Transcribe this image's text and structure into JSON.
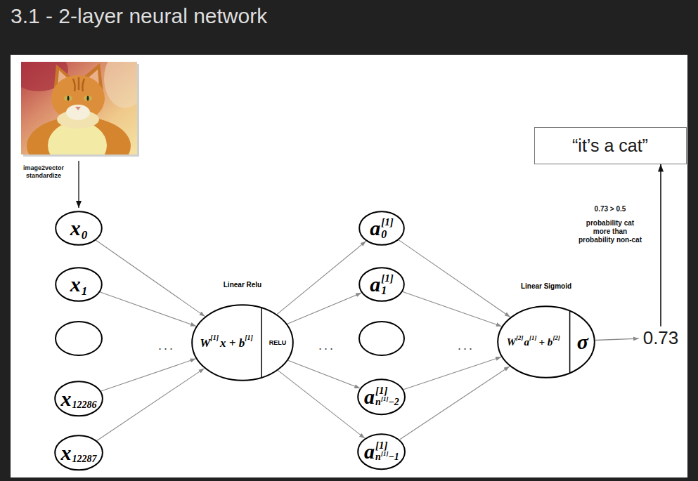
{
  "diagram": {
    "title": "3.1 - 2-layer neural network",
    "nodes": [
      {
        "text": [
          "x",
          "0"
        ]
      },
      {
        "text": [
          "x",
          "1"
        ]
      },
      {
        "text": [
          "x",
          "12286"
        ]
      },
      {
        "text": [
          "x",
          "12287"
        ]
      },
      {
        "text": [
          "Linear Relu",
          "W",
          "[1]",
          "x + b",
          "[1]",
          "RELU"
        ]
      },
      {
        "text": [
          "a",
          "[1]",
          "0"
        ]
      },
      {
        "text": [
          "a",
          "[1]",
          "1"
        ]
      },
      {
        "text": [
          "a",
          "[1]",
          "n",
          "[1]",
          "−2"
        ]
      },
      {
        "text": [
          "a",
          "[1]",
          "n",
          "[1]",
          "−1"
        ]
      },
      {
        "text": [
          "Linear Sigmoid",
          "W",
          "[2]",
          "a",
          "[1]",
          "+ b",
          "[2]",
          "σ"
        ]
      },
      {
        "text": [
          "0.73"
        ]
      },
      {
        "text": [
          "“it’s a cat”"
        ]
      }
    ],
    "edges": [
      {
        "from": 0,
        "to": 4,
        "arrow": "to"
      },
      {
        "from": 1,
        "to": 4,
        "arrow": "to"
      },
      {
        "from": 2,
        "to": 4,
        "arrow": "to"
      },
      {
        "from": 3,
        "to": 4,
        "arrow": "to"
      },
      {
        "from": 4,
        "to": 5,
        "arrow": "to"
      },
      {
        "from": 4,
        "to": 6,
        "arrow": "to"
      },
      {
        "from": 4,
        "to": 7,
        "arrow": "to"
      },
      {
        "from": 4,
        "to": 8,
        "arrow": "to"
      },
      {
        "from": 5,
        "to": 9,
        "arrow": "to"
      },
      {
        "from": 6,
        "to": 9,
        "arrow": "to"
      },
      {
        "from": 7,
        "to": 9,
        "arrow": "to"
      },
      {
        "from": 8,
        "to": 9,
        "arrow": "to"
      },
      {
        "from": 9,
        "to": 10,
        "arrow": "to"
      },
      {
        "from": 10,
        "to": 11,
        "arrow": "to"
      }
    ],
    "labels": [
      "image2vector standardize",
      "...",
      "...",
      "...",
      "0.73 > 0.5",
      "probability cat more than probability non-cat"
    ]
  }
}
